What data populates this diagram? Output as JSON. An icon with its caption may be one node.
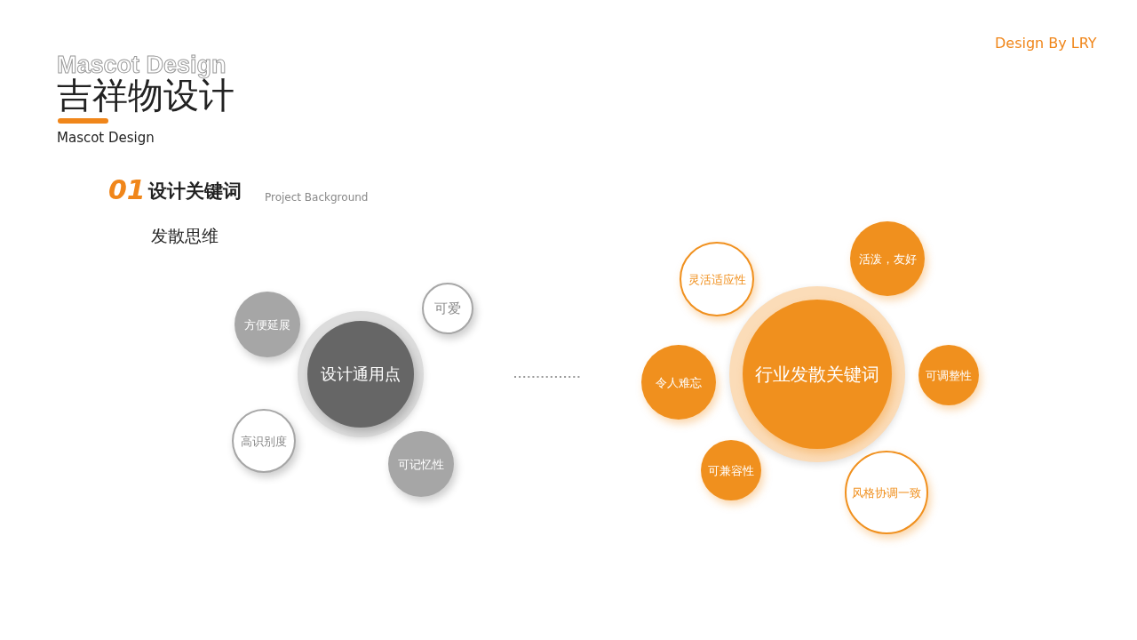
{
  "diagram": {
    "title": "吉祥物设计",
    "nodes": [
      {
        "text": [
          "设计通用点"
        ]
      },
      {
        "text": [
          "方便延展"
        ]
      },
      {
        "text": [
          "可爱"
        ]
      },
      {
        "text": [
          "高识别度"
        ]
      },
      {
        "text": [
          "可记忆性"
        ]
      },
      {
        "text": [
          "灵活适应性"
        ]
      },
      {
        "text": [
          "活泼，友好"
        ]
      },
      {
        "text": [
          "行业发散关键词"
        ]
      },
      {
        "text": [
          "令人难忘"
        ]
      },
      {
        "text": [
          "可调整性"
        ]
      },
      {
        "text": [
          "可兼容性"
        ]
      },
      {
        "text": [
          "风格协调一致"
        ]
      }
    ],
    "labels": [
      "Design By LRY",
      "Mascot Design",
      "Mascot Design",
      "01",
      "设计关键词",
      "Project Background",
      "发散思维"
    ]
  }
}
